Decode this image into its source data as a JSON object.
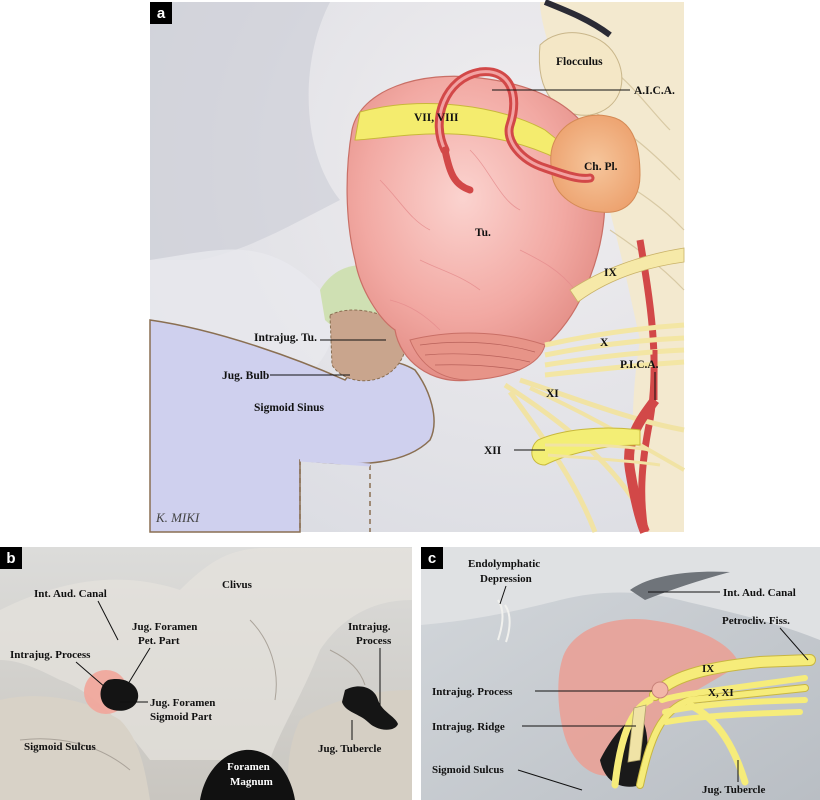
{
  "panels": {
    "a": {
      "letter": "a",
      "labels": {
        "flocculus": "Flocculus",
        "aica": "A.I.C.A.",
        "vii_viii": "VII, VIII",
        "ch_pl": "Ch. Pl.",
        "tu": "Tu.",
        "ix": "IX",
        "intrajug_tu": "Intrajug. Tu.",
        "x": "X",
        "pica": "P.I.C.A.",
        "jug_bulb": "Jug. Bulb",
        "sigmoid_sinus": "Sigmoid Sinus",
        "xi": "XI",
        "xii": "XII"
      },
      "signature": "K. MIKI"
    },
    "b": {
      "letter": "b",
      "labels": {
        "clivus": "Clivus",
        "int_aud_canal": "Int. Aud. Canal",
        "jug_foramen_pet_1": "Jug. Foramen",
        "jug_foramen_pet_2": "Pet. Part",
        "intrajug_process_left": "Intrajug. Process",
        "intrajug_process_right_1": "Intrajug.",
        "intrajug_process_right_2": "Process",
        "jug_foramen_sig_1": "Jug. Foramen",
        "jug_foramen_sig_2": "Sigmoid Part",
        "sigmoid_sulcus": "Sigmoid Sulcus",
        "jug_tubercle": "Jug. Tubercle",
        "foramen_magnum_1": "Foramen",
        "foramen_magnum_2": "Magnum"
      }
    },
    "c": {
      "letter": "c",
      "labels": {
        "endolymphatic_1": "Endolymphatic",
        "endolymphatic_2": "Depression",
        "int_aud_canal": "Int. Aud. Canal",
        "petrocliv_fiss": "Petrocliv. Fiss.",
        "ix": "IX",
        "intrajug_process": "Intrajug. Process",
        "x_xi": "X, XI",
        "intrajug_ridge": "Intrajug. Ridge",
        "sigmoid_sulcus": "Sigmoid Sulcus",
        "jug_tubercle": "Jug. Tubercle"
      }
    }
  }
}
